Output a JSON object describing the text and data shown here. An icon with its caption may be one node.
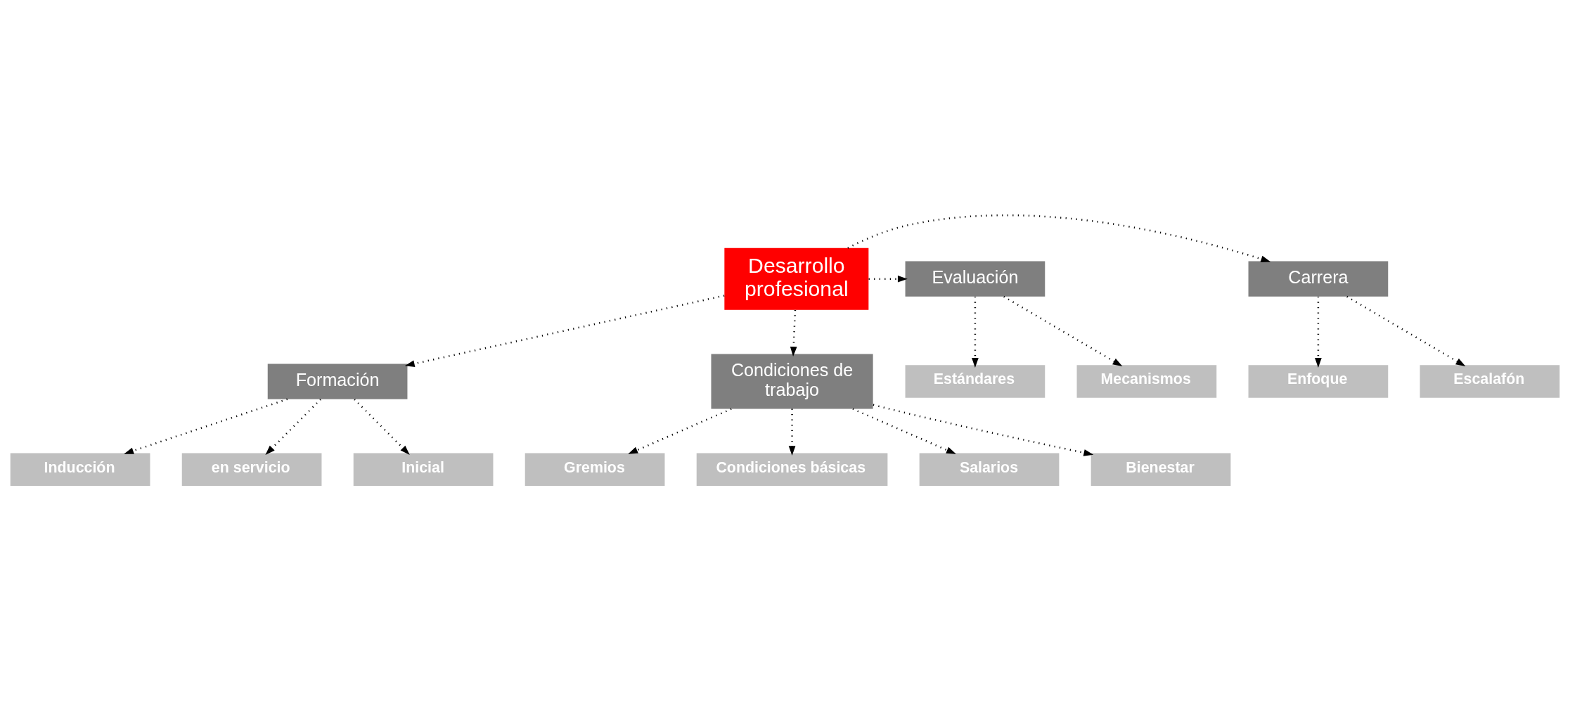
{
  "diagram": {
    "nodes": [
      {
        "text": [
          "Desarrollo profesional"
        ]
      },
      {
        "text": [
          "Formación"
        ]
      },
      {
        "text": [
          "Inicial"
        ]
      },
      {
        "text": [
          "Inducción"
        ]
      },
      {
        "text": [
          "en servicio"
        ]
      },
      {
        "text": [
          "Carrera"
        ]
      },
      {
        "text": [
          "Enfoque"
        ]
      },
      {
        "text": [
          "Escalafón"
        ]
      },
      {
        "text": [
          "Evaluación"
        ]
      },
      {
        "text": [
          "Estándares"
        ]
      },
      {
        "text": [
          "Mecanismos"
        ]
      },
      {
        "text": [
          "Condiciones de trabajo"
        ]
      },
      {
        "text": [
          "Condiciones básicas"
        ]
      },
      {
        "text": [
          "Salarios"
        ]
      },
      {
        "text": [
          "Bienestar"
        ]
      },
      {
        "text": [
          "Gremios"
        ]
      }
    ],
    "edges": [
      {
        "from": 0,
        "to": 1,
        "arrow": "to"
      },
      {
        "from": 1,
        "to": 2,
        "arrow": "to"
      },
      {
        "from": 1,
        "to": 3,
        "arrow": "to"
      },
      {
        "from": 1,
        "to": 4,
        "arrow": "to"
      },
      {
        "from": 0,
        "to": 5,
        "arrow": "to"
      },
      {
        "from": 5,
        "to": 6,
        "arrow": "to"
      },
      {
        "from": 5,
        "to": 7,
        "arrow": "to"
      },
      {
        "from": 0,
        "to": 8,
        "arrow": "to"
      },
      {
        "from": 8,
        "to": 9,
        "arrow": "to"
      },
      {
        "from": 8,
        "to": 10,
        "arrow": "to"
      },
      {
        "from": 0,
        "to": 11,
        "arrow": "to"
      },
      {
        "from": 11,
        "to": 12,
        "arrow": "to"
      },
      {
        "from": 11,
        "to": 13,
        "arrow": "to"
      },
      {
        "from": 11,
        "to": 14,
        "arrow": "to"
      },
      {
        "from": 11,
        "to": 15,
        "arrow": "to"
      }
    ]
  }
}
